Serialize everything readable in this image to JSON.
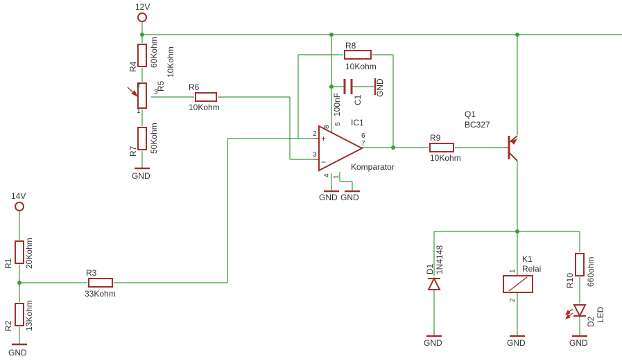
{
  "rails": {
    "v12": "12V",
    "v14": "14V"
  },
  "gnd": "GND",
  "r1": {
    "name": "R1",
    "value": "20Kohm"
  },
  "r2": {
    "name": "R2",
    "value": "13Kohm"
  },
  "r3": {
    "name": "R3",
    "value": "33Kohm"
  },
  "r4": {
    "name": "R4",
    "value": "60Kohm"
  },
  "r5": {
    "name": "R5",
    "value": "10Kohm",
    "pins": [
      "1",
      "2",
      "3"
    ]
  },
  "r6": {
    "name": "R6",
    "value": "10Kohm"
  },
  "r7": {
    "name": "R7",
    "value": "50Kohm"
  },
  "r8": {
    "name": "R8",
    "value": "10Kohm"
  },
  "r9": {
    "name": "R9",
    "value": "10Kohm"
  },
  "r10": {
    "name": "R10",
    "value": "660ohm"
  },
  "c1": {
    "name": "C1",
    "value": "100nF",
    "pin": "5"
  },
  "ic1": {
    "name": "IC1",
    "value": "Komparator",
    "pins": [
      "2",
      "3",
      "4",
      "8",
      "1",
      "6",
      "7"
    ],
    "plus": "+",
    "minus": "−"
  },
  "q1": {
    "name": "Q1",
    "value": "BC327"
  },
  "d1": {
    "name": "D1",
    "value": "1N4148"
  },
  "k1": {
    "name": "K1",
    "value": "Relai",
    "pins": [
      "1",
      "2"
    ]
  },
  "d2": {
    "name": "D2",
    "value": "LED"
  }
}
